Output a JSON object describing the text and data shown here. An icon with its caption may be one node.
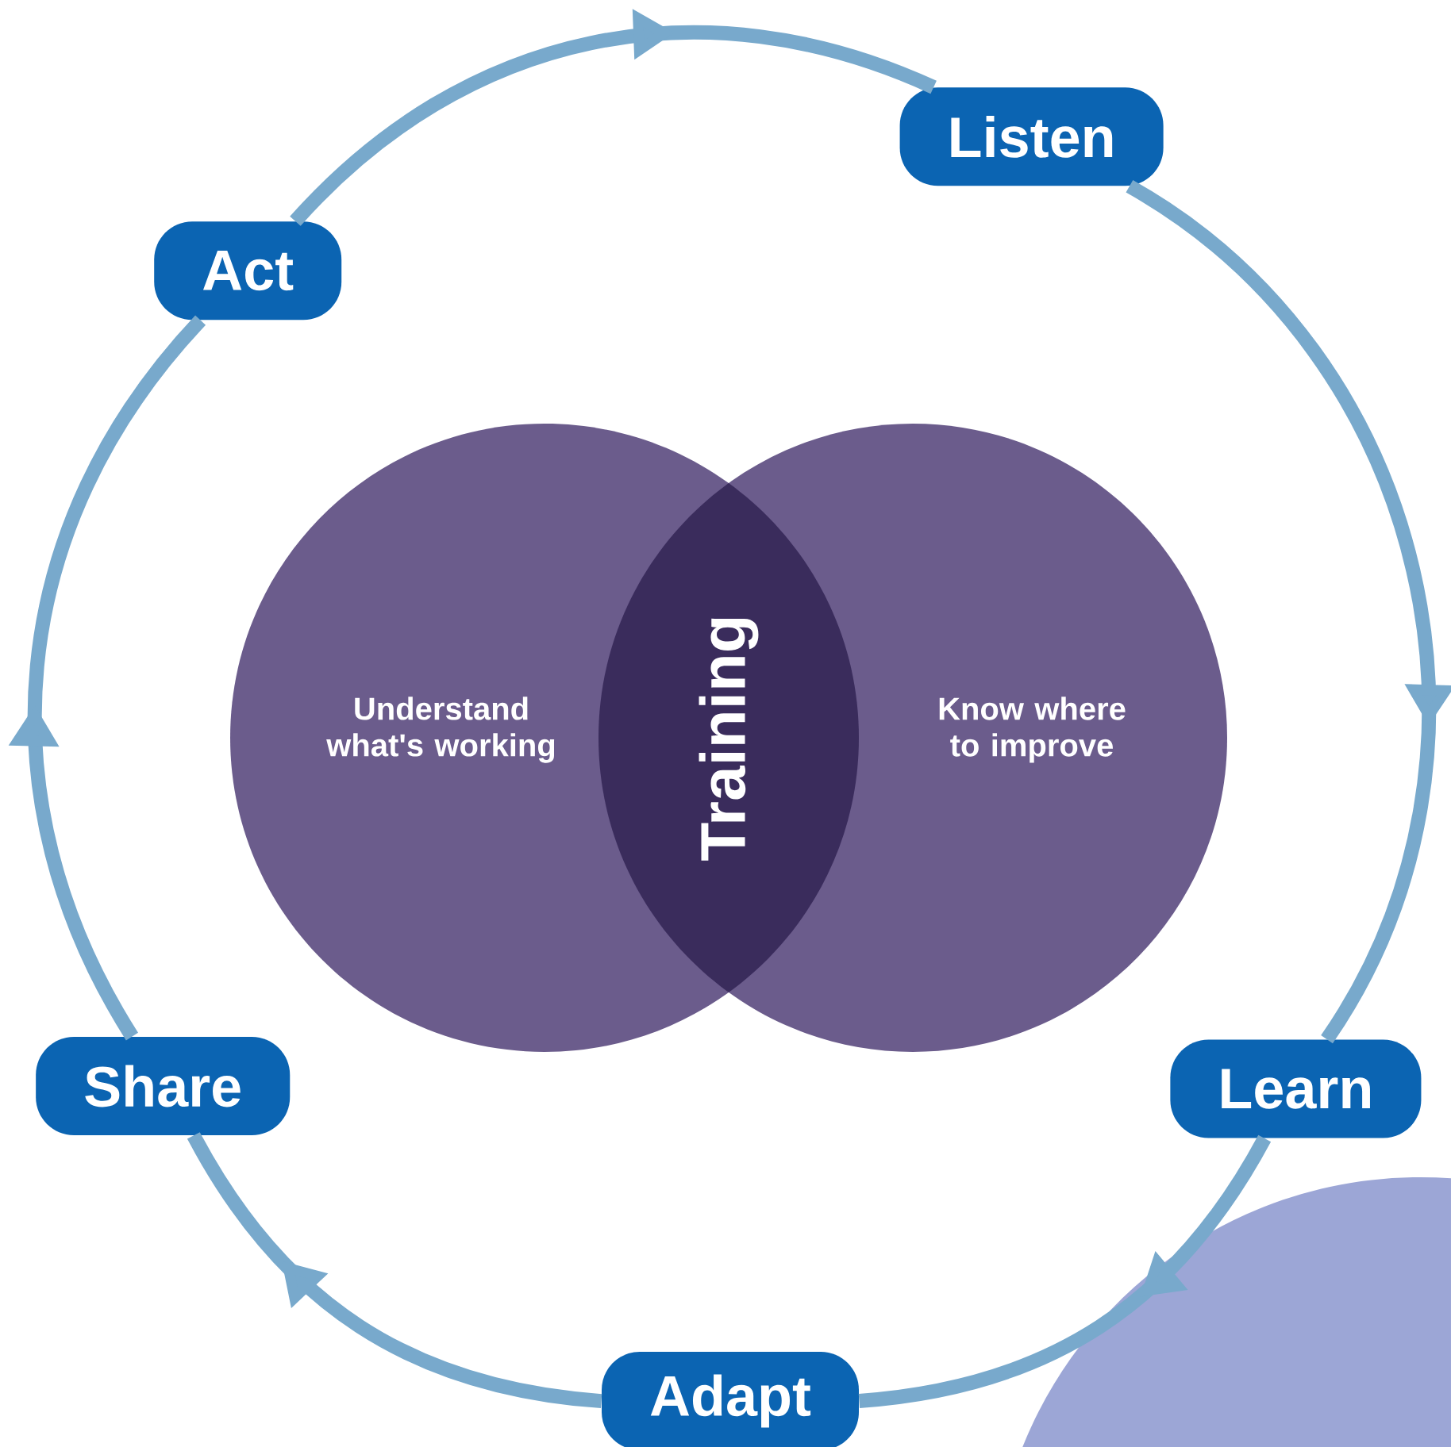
{
  "diagram": {
    "nodes": [
      {
        "text": [
          "Listen"
        ]
      },
      {
        "text": [
          "Act"
        ]
      },
      {
        "text": [
          "Understand what's working"
        ]
      },
      {
        "text": [
          "Training"
        ]
      },
      {
        "text": [
          "Know where to improve"
        ]
      },
      {
        "text": [
          "Share"
        ]
      },
      {
        "text": [
          "Learn"
        ]
      },
      {
        "text": [
          "Adapt"
        ]
      }
    ],
    "edges": [
      {
        "from": 1,
        "to": 0,
        "arrow": "to"
      },
      {
        "from": 0,
        "to": 6,
        "arrow": "to"
      },
      {
        "from": 6,
        "to": 7,
        "arrow": "to"
      },
      {
        "from": 7,
        "to": 5,
        "arrow": "to"
      },
      {
        "from": 5,
        "to": 1,
        "arrow": "to"
      }
    ]
  }
}
